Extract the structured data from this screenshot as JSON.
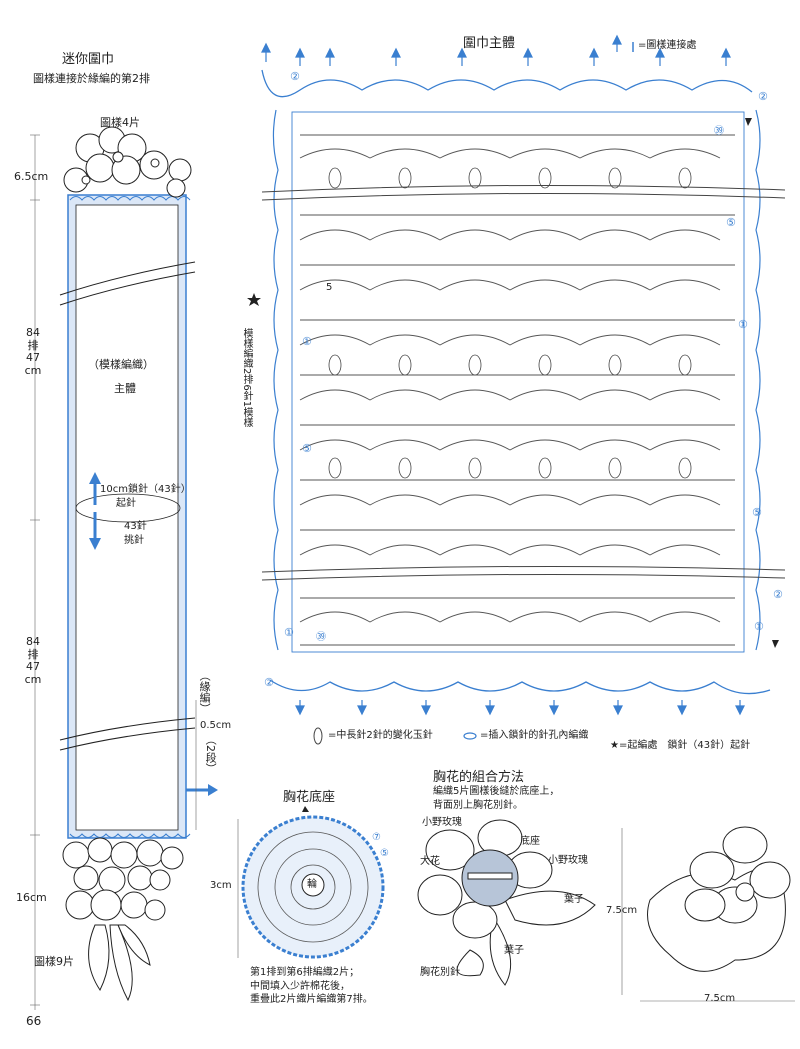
{
  "colors": {
    "accent": "#3a7fd0",
    "ink": "#222222",
    "light_blue": "#dbe7f7",
    "pale": "#e8f0fa"
  },
  "left": {
    "title": "迷你圍巾",
    "subtitle": "圖樣連接於緣編的第2排",
    "motif_top_label": "圖樣4片",
    "dim_top": "6.5cm",
    "dim_mid1": [
      "84",
      "排",
      "47",
      "cm"
    ],
    "dim_mid2": [
      "84",
      "排",
      "47",
      "cm"
    ],
    "body_pattern": "（模樣編織）",
    "body_name": "主體",
    "start_chain": "10cm鎖針（43針）",
    "start_label": "起針",
    "pickup_count": "43針",
    "pickup_label": "挑針",
    "edge_label": "（緣編）",
    "edge_dim": "0.5cm",
    "edge_rows": "（2段）",
    "dim_bottom": "16cm",
    "motif_bottom_label": "圖樣9片",
    "page_number": "66"
  },
  "main": {
    "title": "圍巾主體",
    "legend_connect": "=圖樣連接處",
    "side_label": "模樣編織2排6針1模樣",
    "row_markers": [
      "①",
      "⑤",
      "①",
      "⑤",
      "①",
      "㊴",
      "②",
      "②",
      "②",
      "②",
      "⑤",
      "①",
      "㊴"
    ],
    "side_number": "5",
    "legend_puff": "=中長針2針的變化玉針",
    "legend_insert": "=插入鎖針的針孔內編織",
    "legend_start": "★=起編處　鎖針（43針）起針"
  },
  "corsage_base": {
    "title": "胸花底座",
    "center_label": "輪",
    "dim": "3cm",
    "markers": [
      "⑦",
      "⑤"
    ],
    "note_lines": [
      "第1排到第6排編織2片；",
      "中間填入少許棉花後，",
      "重疊此2片織片編織第7排。"
    ]
  },
  "assembly": {
    "title": "胸花的組合方法",
    "note_lines": [
      "編織5片圖樣後縫於底座上，",
      "背面別上胸花別針。"
    ],
    "labels": {
      "wild_rose_1": "小野玫瑰",
      "base": "底座",
      "wild_rose_2": "小野玫瑰",
      "big_flower": "大花",
      "leaf_1": "葉子",
      "leaf_2": "葉子",
      "pin": "胸花別針"
    }
  },
  "final": {
    "dim_h": "7.5cm",
    "dim_w": "7.5cm"
  }
}
